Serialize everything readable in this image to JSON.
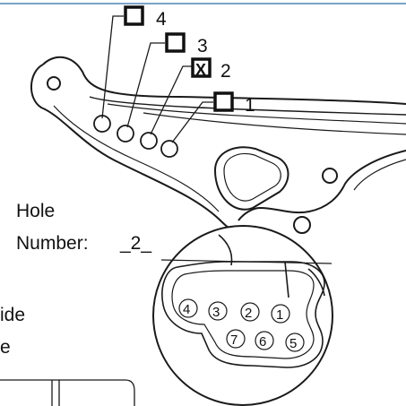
{
  "colors": {
    "top_rule": "#7aa3c8",
    "line": "#1a1a1a",
    "box_fill": "#111111"
  },
  "hole_options": [
    {
      "label": "4",
      "checked": false
    },
    {
      "label": "3",
      "checked": false
    },
    {
      "label": "2",
      "checked": true,
      "mark": "X"
    },
    {
      "label": "1",
      "checked": false
    }
  ],
  "hole_number": {
    "label_line1": "Hole",
    "label_line2": "Number:",
    "value": "_2_"
  },
  "detail_labels": {
    "top_row": [
      "4",
      "3",
      "2",
      "1"
    ],
    "bottom_row": [
      "7",
      "6",
      "5"
    ]
  },
  "cut_text": {
    "line1": "ide",
    "line2": "e"
  }
}
